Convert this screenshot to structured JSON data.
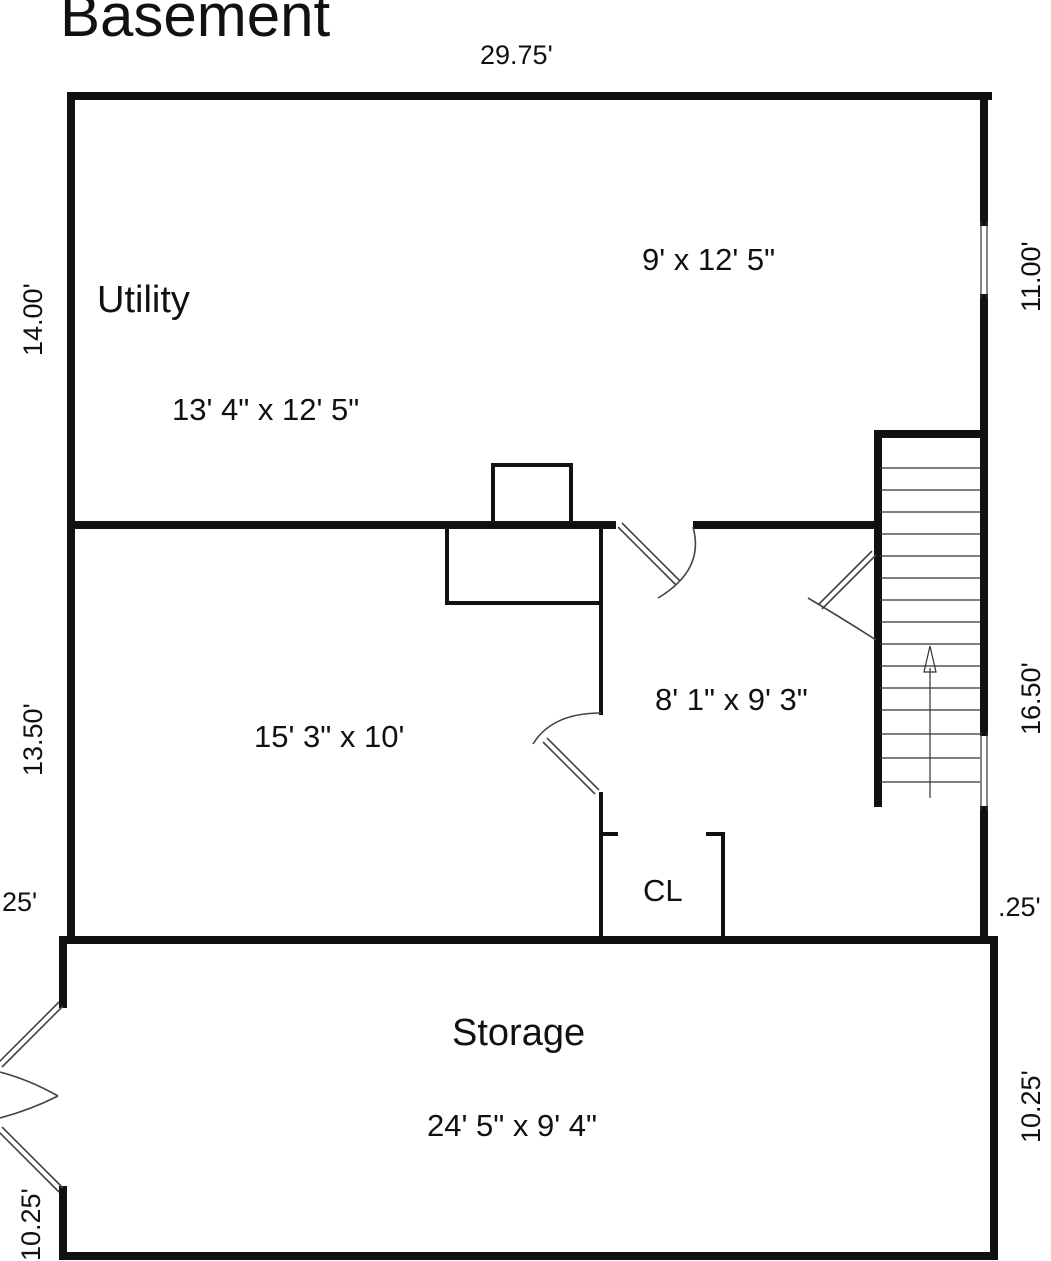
{
  "title": "Basement",
  "rooms": {
    "utility": {
      "name": "Utility",
      "size": "13' 4\" x 12' 5\""
    },
    "utility_right": {
      "size": "9' x 12' 5\""
    },
    "left_room": {
      "size": "15' 3\" x 10'"
    },
    "hall": {
      "size": "8' 1\" x 9' 3\""
    },
    "closet": {
      "name": "CL"
    },
    "storage": {
      "name": "Storage",
      "size": "24' 5\" x 9' 4\""
    }
  },
  "dimensions": {
    "top": "29.75'",
    "left_upper": "14.00'",
    "left_middle": "13.50'",
    "left_small": "25'",
    "left_lower": "10.25'",
    "right_upper": "11.00'",
    "right_middle": "16.50'",
    "right_small": ".25'",
    "right_lower": "10.25'"
  }
}
